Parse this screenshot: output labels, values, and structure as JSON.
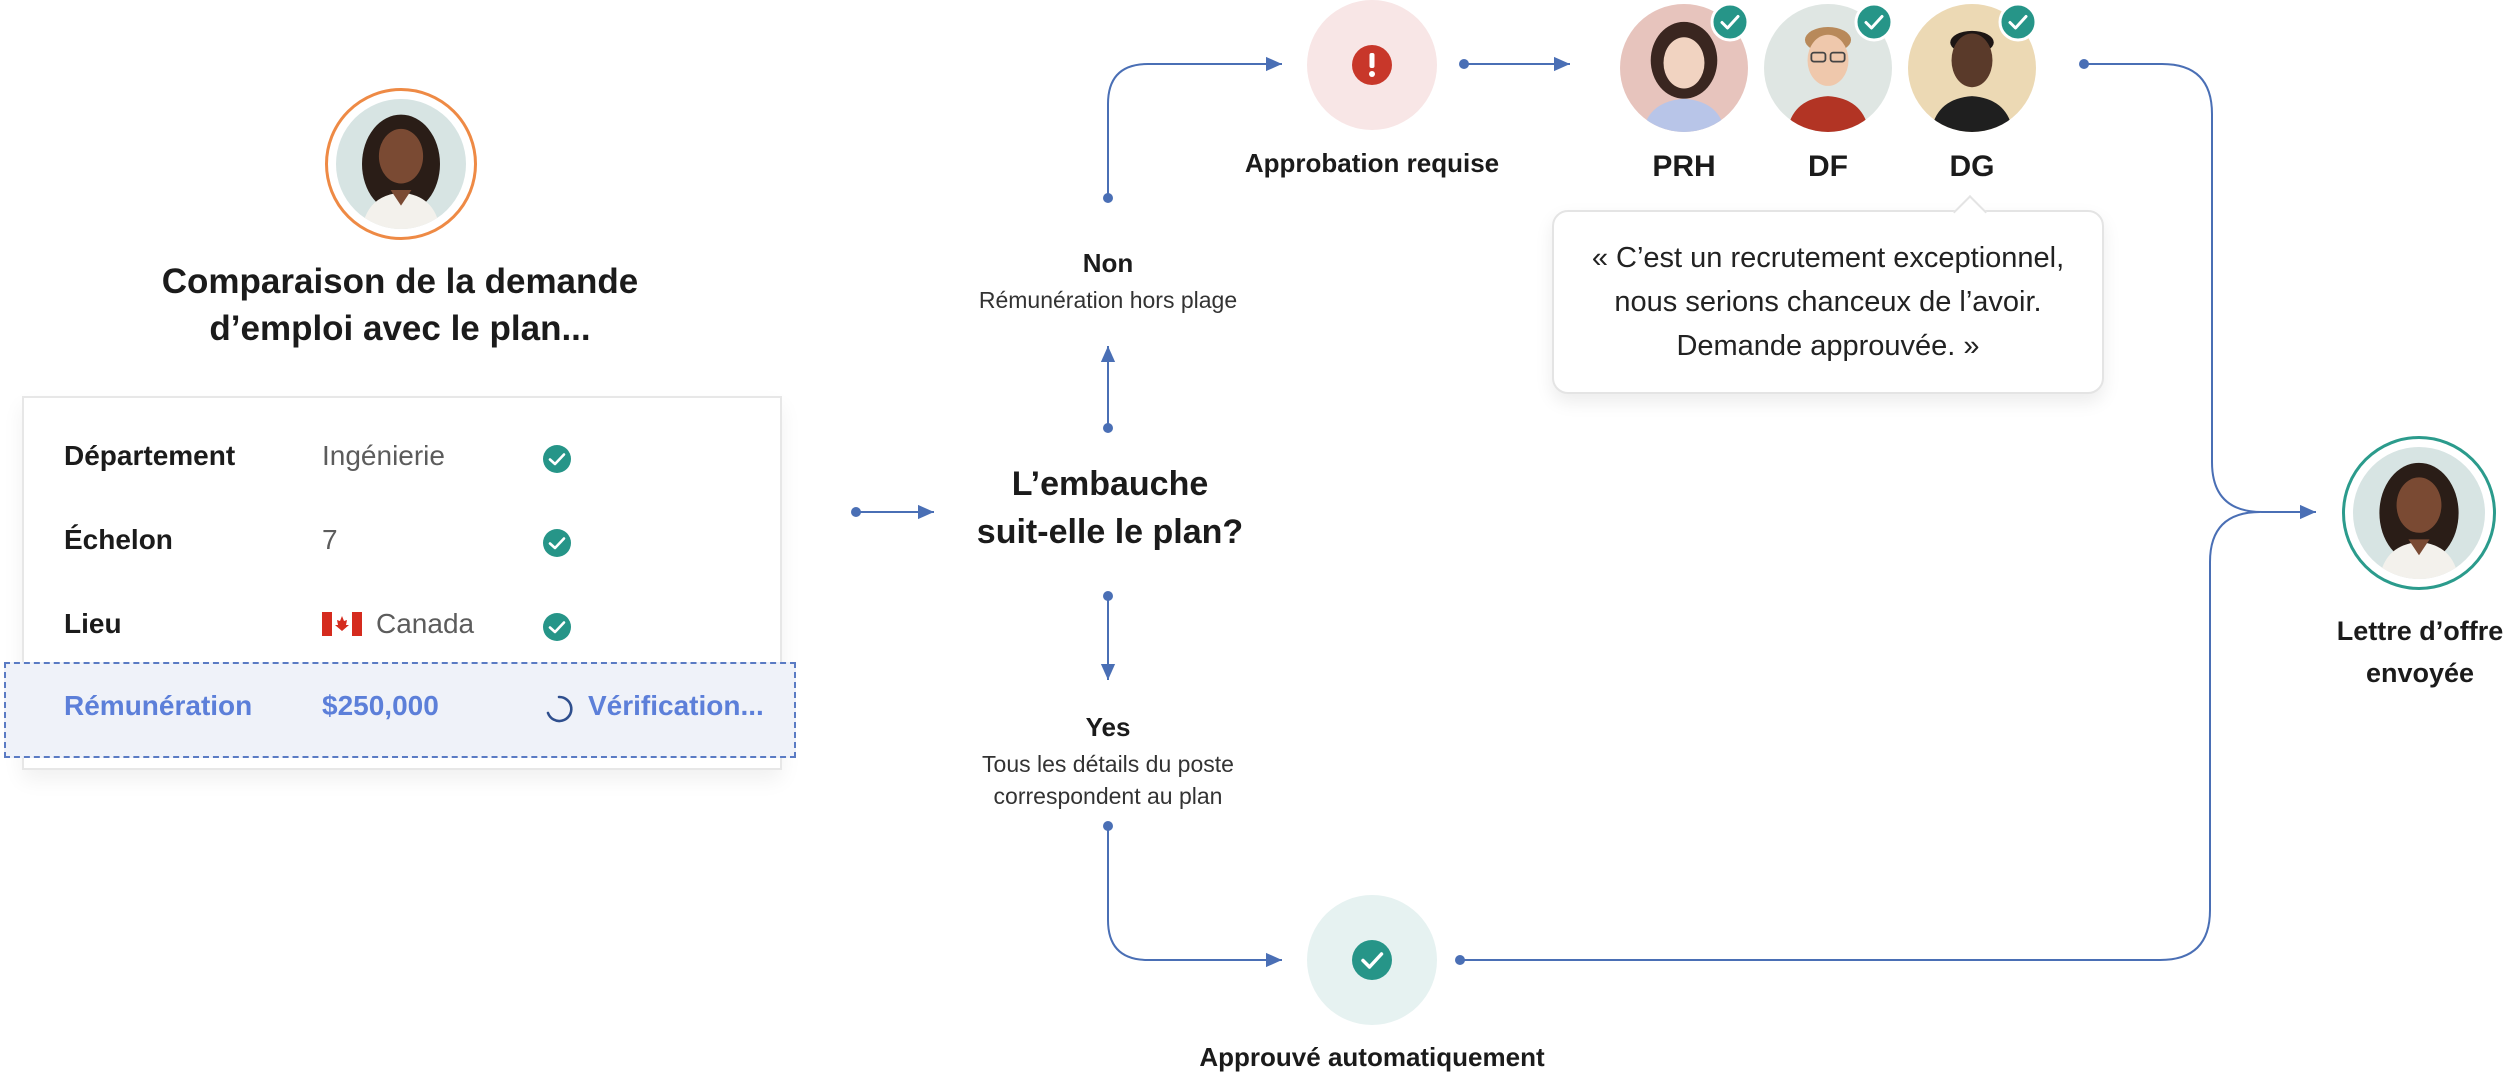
{
  "candidate": {
    "title_line1": "Comparaison de la demande",
    "title_line2": "d’emploi avec le plan..."
  },
  "table": {
    "rows": [
      {
        "label": "Département",
        "value": "Ingénierie",
        "status": "check"
      },
      {
        "label": "Échelon",
        "value": "7",
        "status": "check"
      },
      {
        "label": "Lieu",
        "value": "Canada",
        "status": "check",
        "flag": "canada-flag"
      },
      {
        "label": "Rémunération",
        "value": "$250,000",
        "status": "Vérification..."
      }
    ]
  },
  "decision": {
    "line1": "L’embauche",
    "line2": "suit-elle le plan?"
  },
  "branch_no": {
    "title": "Non",
    "subtitle": "Rémunération hors plage"
  },
  "branch_yes": {
    "title": "Yes",
    "subtitle_line1": "Tous les détails du poste",
    "subtitle_line2": "correspondent au plan"
  },
  "approval_required": {
    "label": "Approbation requise",
    "icon": "exclamation-icon"
  },
  "auto_approved": {
    "label": "Approuvé automatiquement",
    "icon": "check-icon"
  },
  "approvers": [
    {
      "role": "PRH"
    },
    {
      "role": "DF"
    },
    {
      "role": "DG"
    }
  ],
  "quote": {
    "line1": "« C’est un recrutement exceptionnel,",
    "line2": "nous serions chanceux de l’avoir.",
    "line3": "Demande approuvée. »"
  },
  "offer": {
    "line1": "Lettre d’offre",
    "line2": "envoyée"
  },
  "colors": {
    "accent_blue": "#4a6fb5",
    "teal": "#269588",
    "red": "#c8372a",
    "orange_ring": "#ee8a45",
    "highlight_text": "#5c7fd9"
  }
}
